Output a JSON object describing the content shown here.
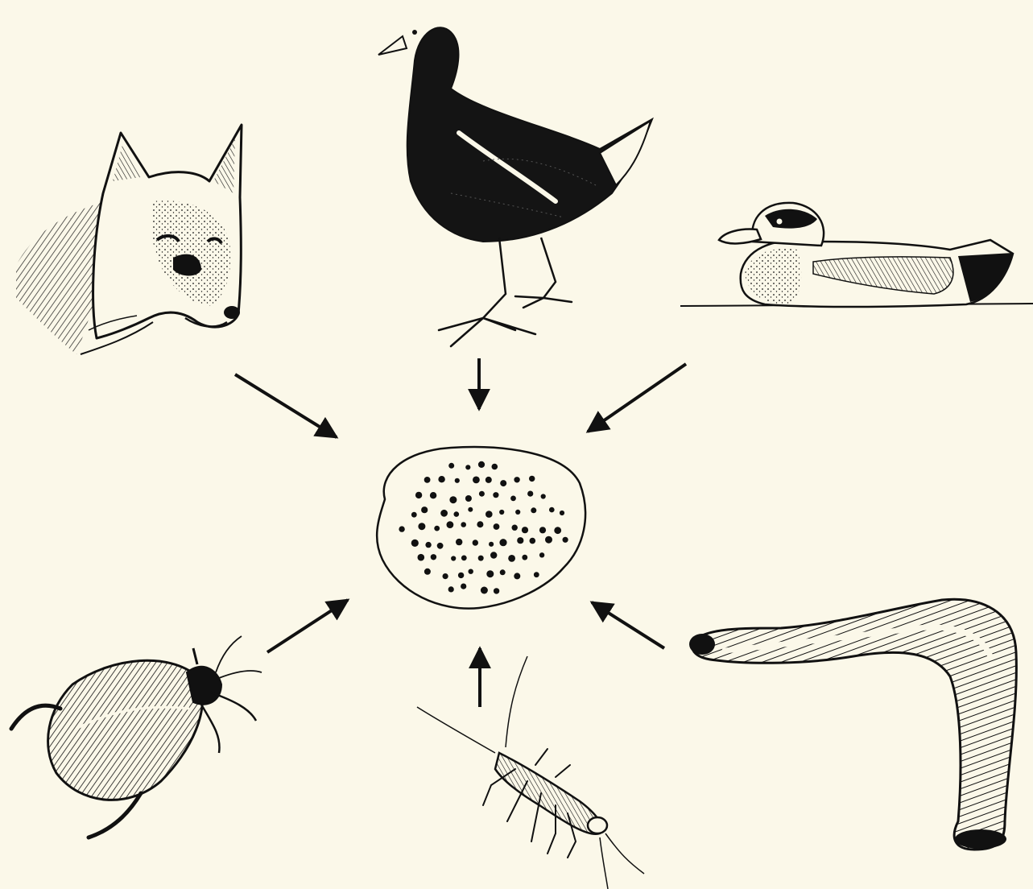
{
  "colors": {
    "background": "#fbf8e9",
    "ink": "#111111",
    "ink_soft": "#2a2a2a"
  },
  "diagram": {
    "center": {
      "name": "frogspawn",
      "icon": "egg-mass-icon"
    },
    "predators": [
      {
        "name": "fox",
        "icon": "fox-icon"
      },
      {
        "name": "moorhen",
        "icon": "moorhen-icon"
      },
      {
        "name": "duck",
        "icon": "duck-icon"
      },
      {
        "name": "water-beetle",
        "icon": "beetle-icon"
      },
      {
        "name": "larva",
        "icon": "larva-icon"
      },
      {
        "name": "leech",
        "icon": "leech-icon"
      }
    ],
    "arrow_direction": "toward-center"
  }
}
